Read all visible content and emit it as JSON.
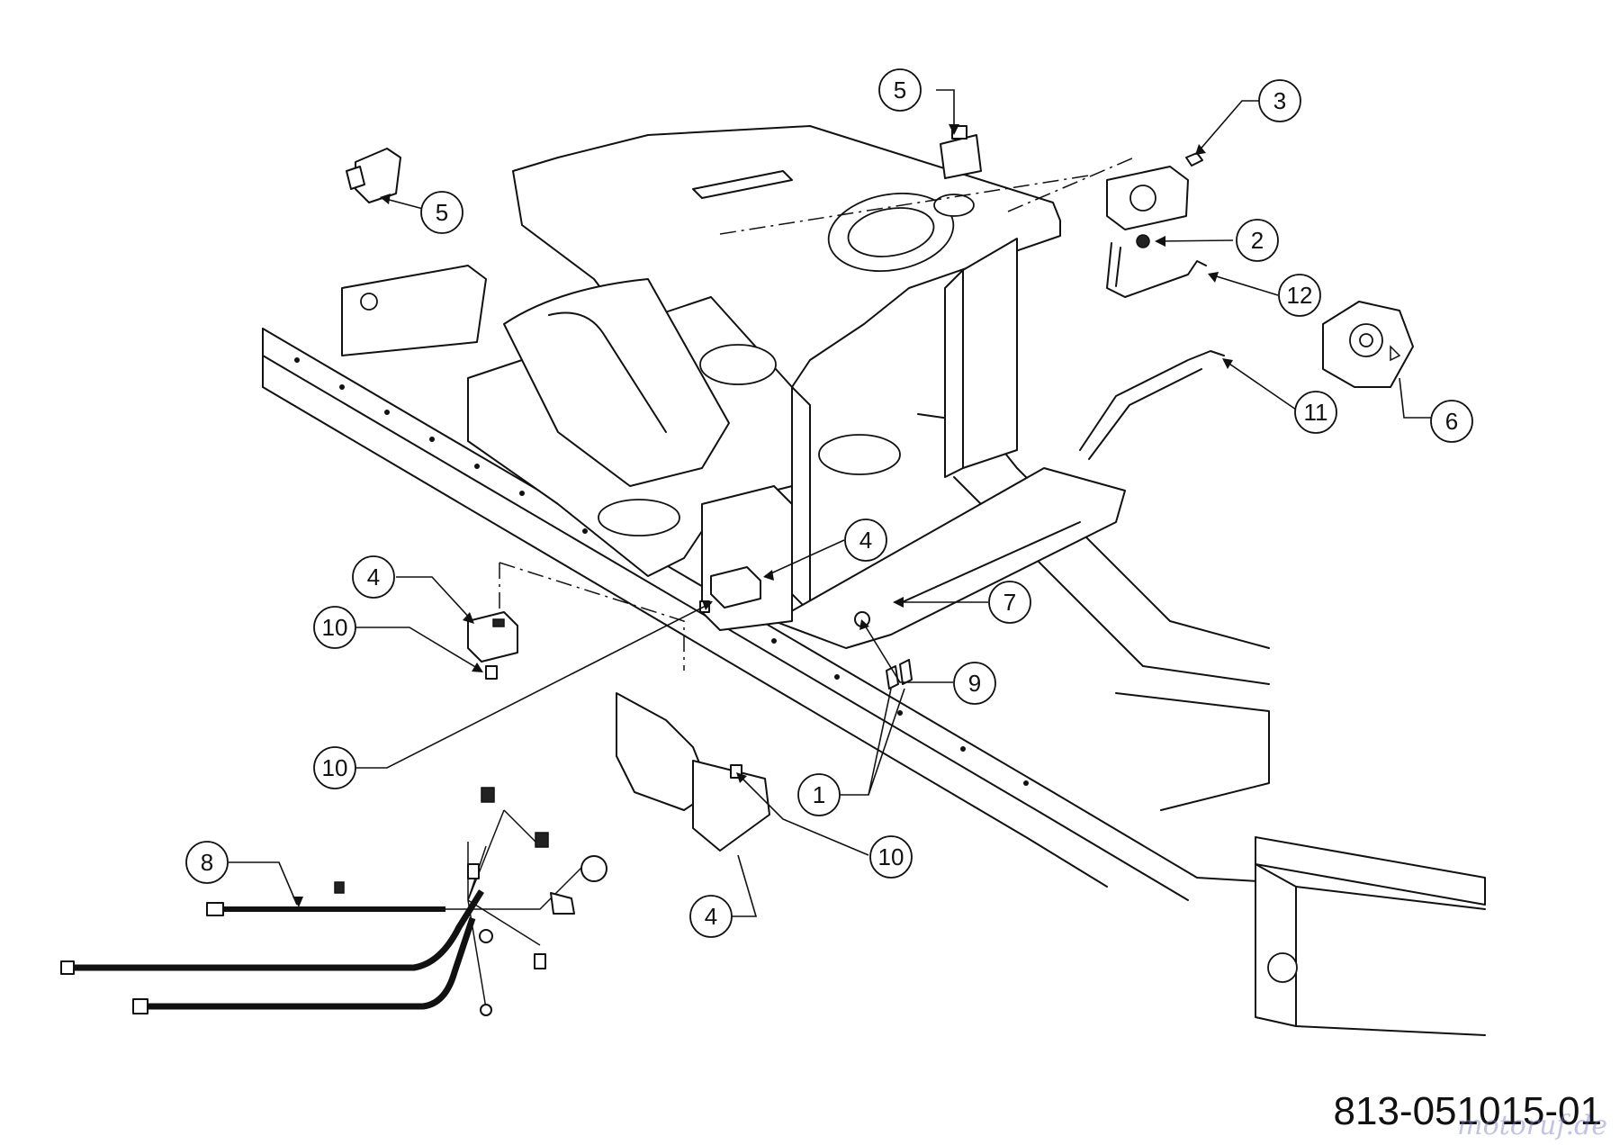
{
  "drawing_number": "813-051015-01",
  "watermark": "motoruf.de",
  "callouts": [
    {
      "id": "c5a",
      "label": "5"
    },
    {
      "id": "c5b",
      "label": "5"
    },
    {
      "id": "c3",
      "label": "3"
    },
    {
      "id": "c2",
      "label": "2"
    },
    {
      "id": "c12",
      "label": "12"
    },
    {
      "id": "c11",
      "label": "11"
    },
    {
      "id": "c6",
      "label": "6"
    },
    {
      "id": "c4a",
      "label": "4"
    },
    {
      "id": "c4b",
      "label": "4"
    },
    {
      "id": "c7",
      "label": "7"
    },
    {
      "id": "c10a",
      "label": "10"
    },
    {
      "id": "c9",
      "label": "9"
    },
    {
      "id": "c10b",
      "label": "10"
    },
    {
      "id": "c1",
      "label": "1"
    },
    {
      "id": "c10c",
      "label": "10"
    },
    {
      "id": "c8",
      "label": "8"
    },
    {
      "id": "c4c",
      "label": "4"
    }
  ]
}
